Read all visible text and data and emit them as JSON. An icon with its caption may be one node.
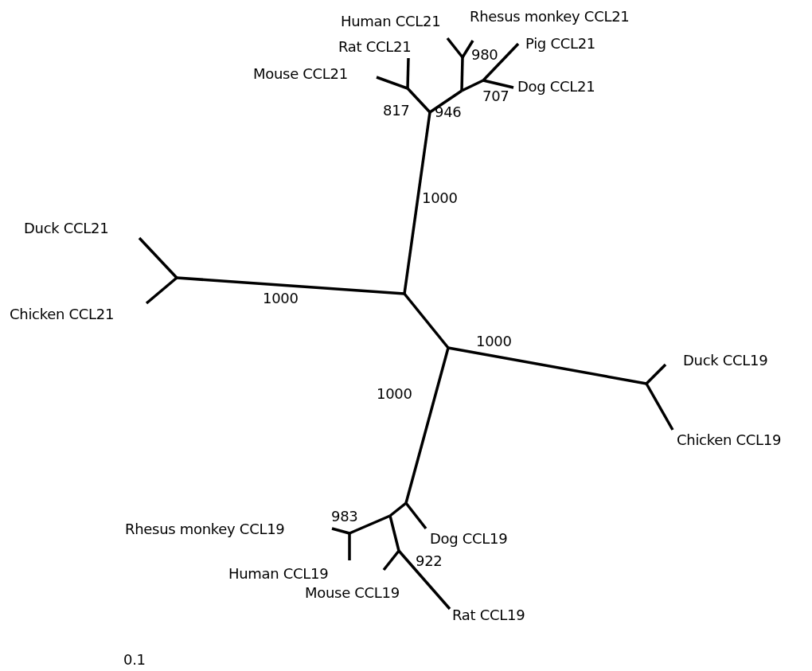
{
  "diagram": {
    "labels": [
      "Human CCL21",
      "Rhesus monkey CCL21",
      "Rat CCL21",
      "Pig CCL21",
      "980",
      "Mouse CCL21",
      "Dog CCL21",
      "817",
      "946",
      "707",
      "1000",
      "Duck CCL21",
      "1000",
      "Chicken CCL21",
      "1000",
      "Duck CCL19",
      "1000",
      "Chicken CCL19",
      "983",
      "Rhesus monkey CCL19",
      "Dog CCL19",
      "922",
      "Human CCL19",
      "Mouse CCL19",
      "Rat CCL19",
      "0.1"
    ]
  }
}
